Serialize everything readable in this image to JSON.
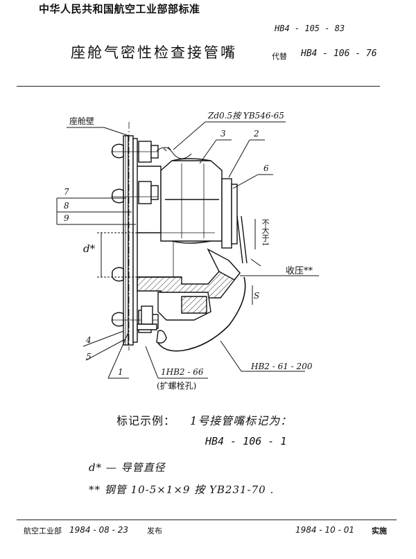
{
  "header": {
    "organization": "中华人民共和国航空工业部部标准",
    "standard_number": "HB4 - 105 - 83",
    "title": "座舱气密性检查接管嘴",
    "replaces_label": "代替",
    "replaces_number": "HB4 - 106 - 76"
  },
  "drawing": {
    "wall_label": "座舱壁",
    "wire_spec": "Zd0.5按 YB546-65",
    "part_1": "1",
    "part_2": "2",
    "part_3": "3",
    "part_4": "4",
    "part_5": "5",
    "part_6": "6",
    "part_7": "7",
    "part_8": "8",
    "part_9": "9",
    "diameter_label": "d*",
    "seal_text": "不大于1",
    "dim_s": "S",
    "crimp_label": "收压**",
    "hb_ref_1": "1HB2 - 66",
    "hb_ref_1_note": "(扩螺栓孔)",
    "hb_ref_2": "HB2 - 61 - 200"
  },
  "example": {
    "label": "标记示例：",
    "mark_text": "1号接管嘴标记为：",
    "code": "HB4 - 106 - 1"
  },
  "notes": {
    "note_1": "d* — 导管直径",
    "note_2": "**  钢管 10-5×1×9 按 YB231-70 ."
  },
  "footer": {
    "issued_by": "航空工业部",
    "issue_date": "1984 - 08 - 23",
    "issue_word": "发布",
    "effective_date": "1984 - 10 - 01",
    "effective_word": "实施"
  }
}
